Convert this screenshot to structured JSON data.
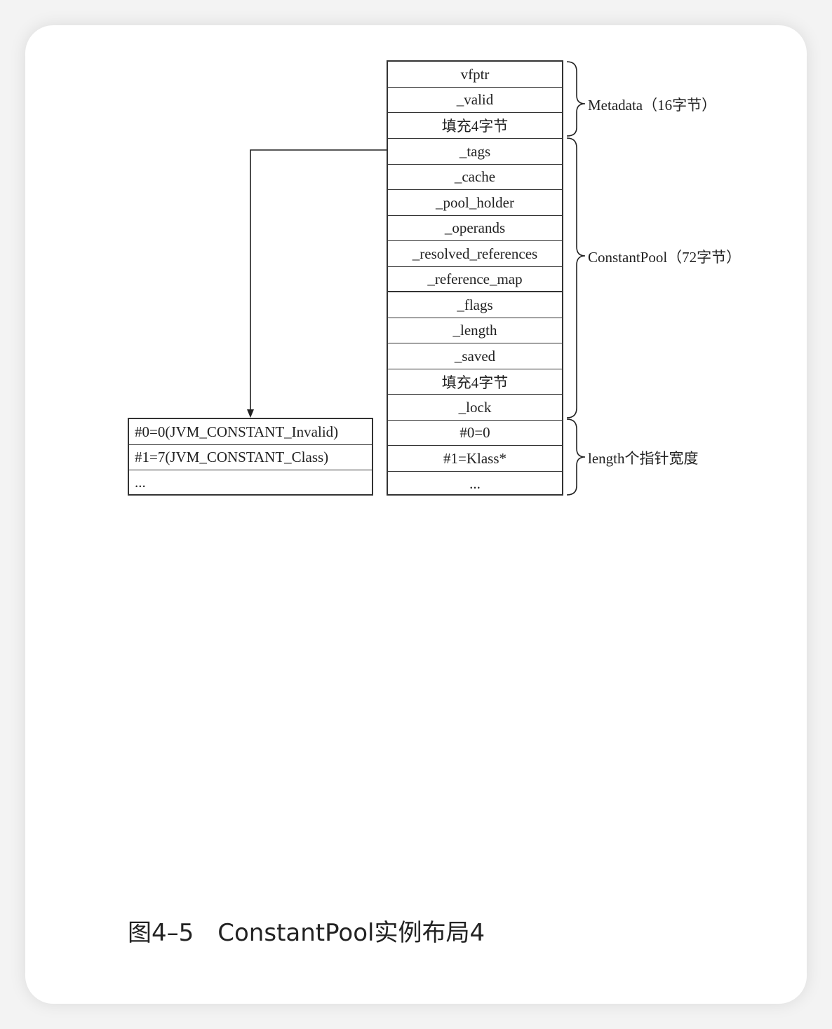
{
  "diagram": {
    "main_column": [
      "vfptr",
      "_valid",
      "填充4字节",
      "_tags",
      "_cache",
      "_pool_holder",
      "_operands",
      "_resolved_references",
      "_reference_map",
      "_flags",
      "_length",
      "_saved",
      "填充4字节",
      "_lock",
      "#0=0",
      "#1=Klass*",
      "..."
    ],
    "tags_column": [
      "#0=0(JVM_CONSTANT_Invalid)",
      "#1=7(JVM_CONSTANT_Class)",
      "..."
    ],
    "groups": {
      "metadata": "Metadata（16字节）",
      "constant_pool": "ConstantPool（72字节）",
      "pointers": "length个指针宽度"
    },
    "arrow": {
      "from": "_tags",
      "to": "#0=0(JVM_CONSTANT_Invalid)"
    }
  },
  "caption": "图4–5　ConstantPool实例布局4"
}
